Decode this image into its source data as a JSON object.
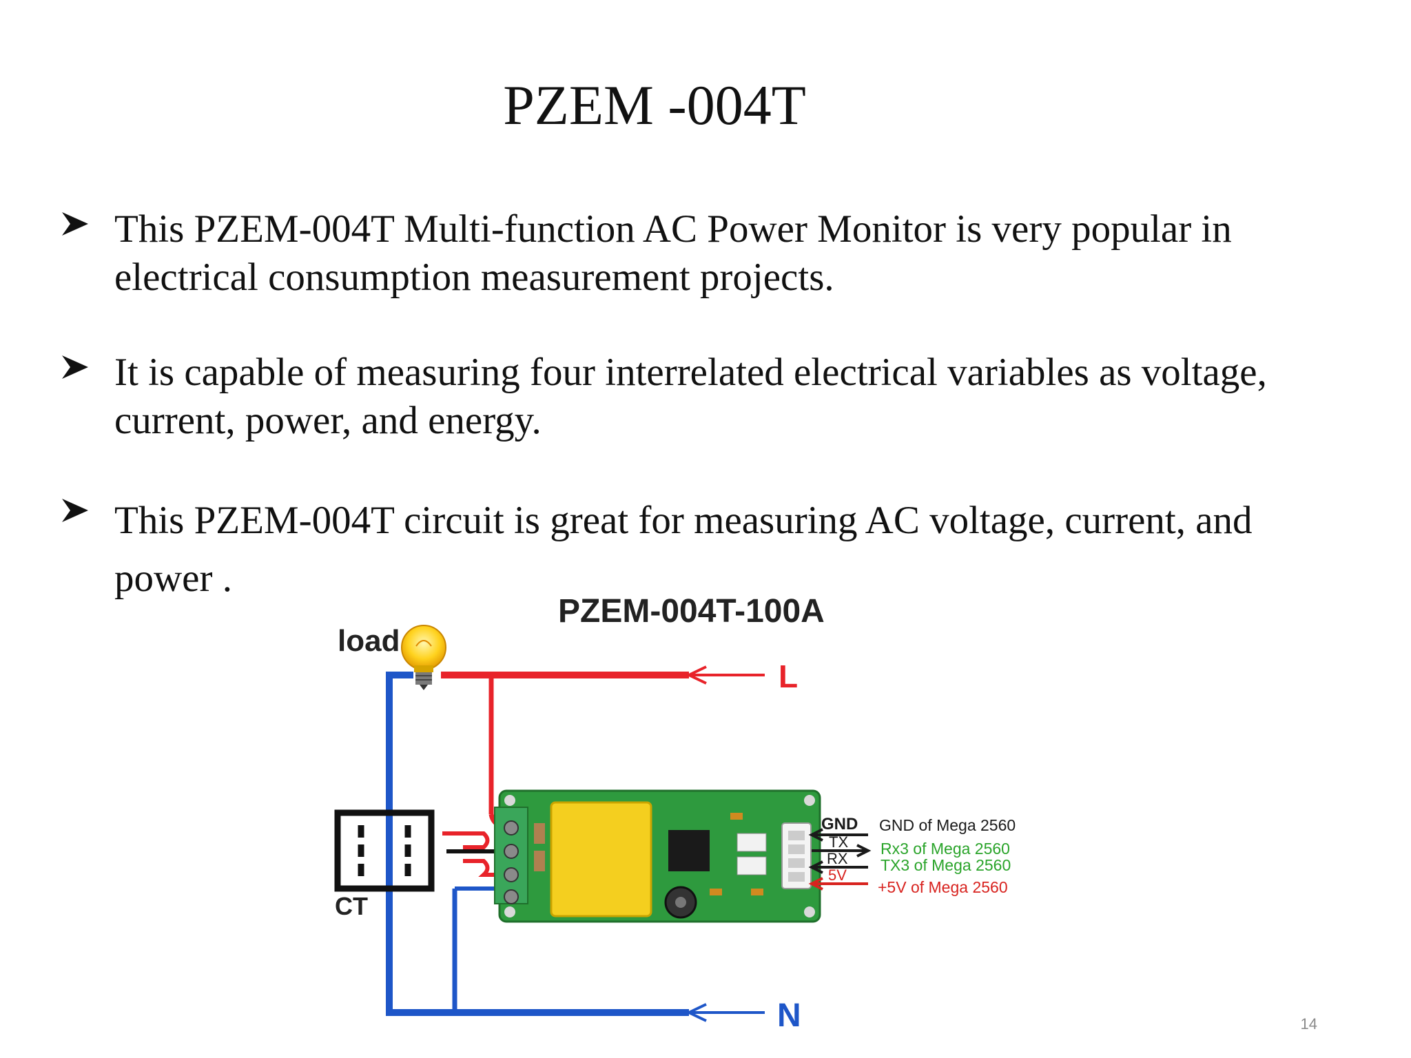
{
  "slide": {
    "title": "PZEM -004T",
    "page_number": "14"
  },
  "bullets": [
    {
      "line1": "This PZEM-004T Multi-function AC Power Monitor is very popular in",
      "line2": "electrical consumption measurement projects."
    },
    {
      "line1": "It is capable of measuring four interrelated electrical variables as voltage,",
      "line2": "current, power, and energy."
    },
    {
      "line1": "This PZEM-004T circuit is great for measuring AC  voltage, current, and",
      "line2": "power ."
    }
  ],
  "diagram": {
    "title": "PZEM-004T-100A",
    "load_label": "load",
    "ct_label": "CT",
    "line_label": "L",
    "neutral_label": "N",
    "pins": [
      {
        "pin": "GND",
        "desc": "GND of Mega 2560",
        "color": "#1a1a1a"
      },
      {
        "pin": "TX",
        "desc": "Rx3 of Mega 2560",
        "color": "#2aa42a"
      },
      {
        "pin": "RX",
        "desc": "TX3 of Mega 2560",
        "color": "#2aa42a"
      },
      {
        "pin": "5V",
        "desc": "+5V of Mega 2560",
        "color": "#d8231f"
      }
    ],
    "colors": {
      "live": "#e8232a",
      "neutral": "#1e56c8",
      "pcb": "#2e9a3e",
      "transformer": "#f4cf1f"
    }
  }
}
